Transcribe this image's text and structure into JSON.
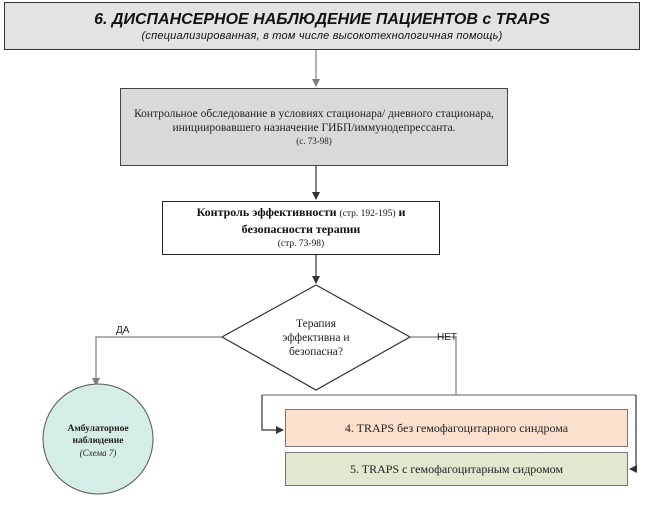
{
  "title": {
    "main": "6. ДИСПАНСЕРНОЕ НАБЛЮДЕНИЕ ПАЦИЕНТОВ с TRAPS",
    "sub": "(специализированная, в том числе высокотехнологичная помощь)"
  },
  "exam": {
    "text": "Контрольное обследование в условиях стационара/ дневного стационара, инициировавшего назначение ГИБП/иммунодепрессанта.",
    "ref": "(с. 73-98)"
  },
  "control": {
    "part1": "Контроль эффективности",
    "ref1": "(стр. 192-195)",
    "part2": "и безопасности терапии",
    "ref2": "(стр. 73-98)"
  },
  "decision": {
    "line1": "Терапия",
    "line2": "эффективна и",
    "line3": "безопасна?"
  },
  "labels": {
    "yes": "ДА",
    "no": "НЕТ"
  },
  "outpatient": {
    "line1": "Амбулаторное",
    "line2": "наблюдение",
    "ref": "(Схема 7)"
  },
  "options": {
    "opt1": "4. TRAPS без гемофагоцитарного синдрома",
    "opt2": "5. TRAPS с гемофагоцитарным сидромом"
  },
  "colors": {
    "title_fill": "#e3e3e3",
    "exam_fill": "#d9d9d9",
    "circle_fill": "#d4ede6",
    "opt1_fill": "#fbe1cd",
    "opt2_fill": "#dfe9d0",
    "line": "#7f7f7f"
  }
}
